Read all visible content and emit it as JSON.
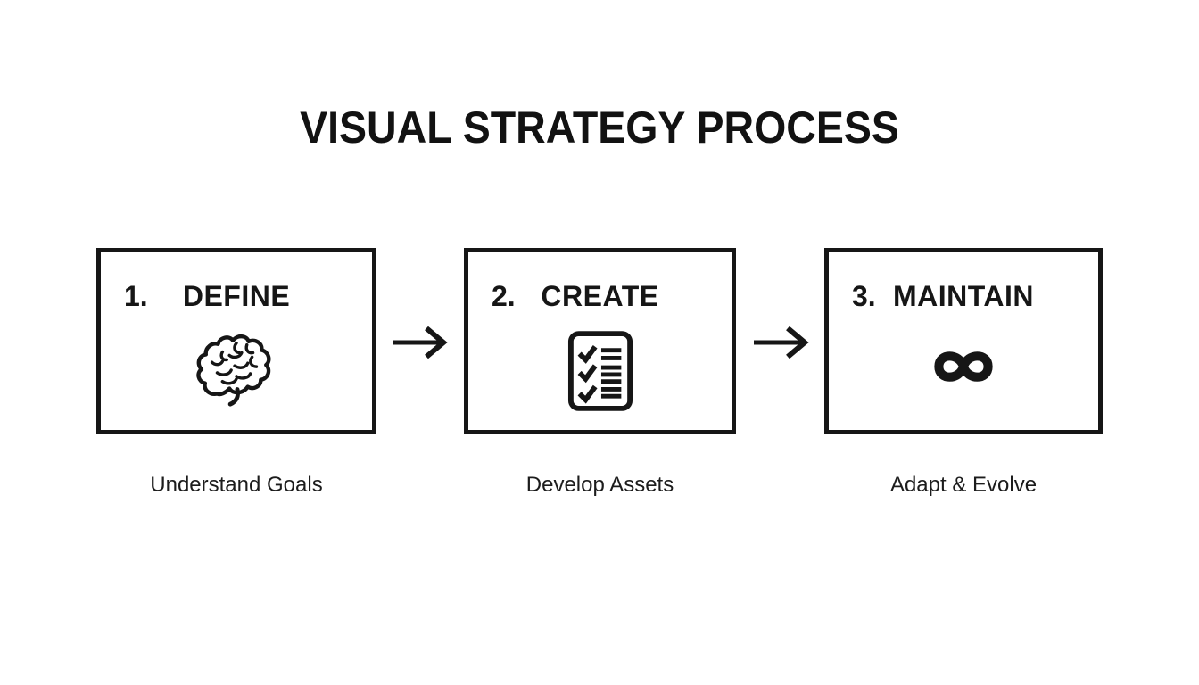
{
  "title": "VISUAL STRATEGY PROCESS",
  "steps": [
    {
      "number": "1.",
      "label": "DEFINE",
      "icon": "brain-icon",
      "caption": "Understand Goals"
    },
    {
      "number": "2.",
      "label": "CREATE",
      "icon": "checklist-icon",
      "caption": "Develop Assets"
    },
    {
      "number": "3.",
      "label": "MAINTAIN",
      "icon": "infinity-icon",
      "caption": "Adapt & Evolve"
    }
  ],
  "connector_icon": "arrow-right-icon",
  "colors": {
    "background": "#ffffff",
    "ink": "#161616"
  }
}
